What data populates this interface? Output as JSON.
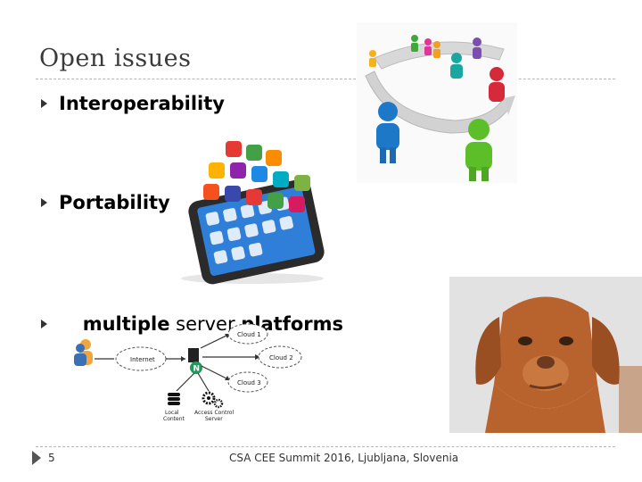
{
  "slide": {
    "title": "Open issues",
    "bullets": [
      {
        "segments": [
          {
            "text": "Interoperability",
            "bold": true
          }
        ]
      },
      {
        "segments": [
          {
            "text": "Portability",
            "bold": true
          }
        ]
      },
      {
        "segments": [
          {
            "text": "multiple",
            "bold": true
          },
          {
            "text": " server ",
            "bold": false
          },
          {
            "text": "platforms",
            "bold": true
          }
        ]
      }
    ],
    "network_labels": {
      "internet": "Internet",
      "cloud1": "Cloud 1",
      "cloud2": "Cloud 2",
      "cloud3": "Cloud 3",
      "local_line1": "Local",
      "local_line2": "Content",
      "acs_line1": "Access Control",
      "acs_line2": "Server",
      "node": "N"
    },
    "footer": {
      "page_number": "5",
      "text": "CSA CEE Summit 2016, Ljubljana, Slovenia"
    }
  },
  "colors": {
    "title": "#3a3a3a",
    "rule": "#b5b5b5",
    "person_blue": "#1e78c8",
    "person_green": "#5cbf2a",
    "node_green": "#1e9a5a",
    "dog_fur": "#b8632e"
  }
}
